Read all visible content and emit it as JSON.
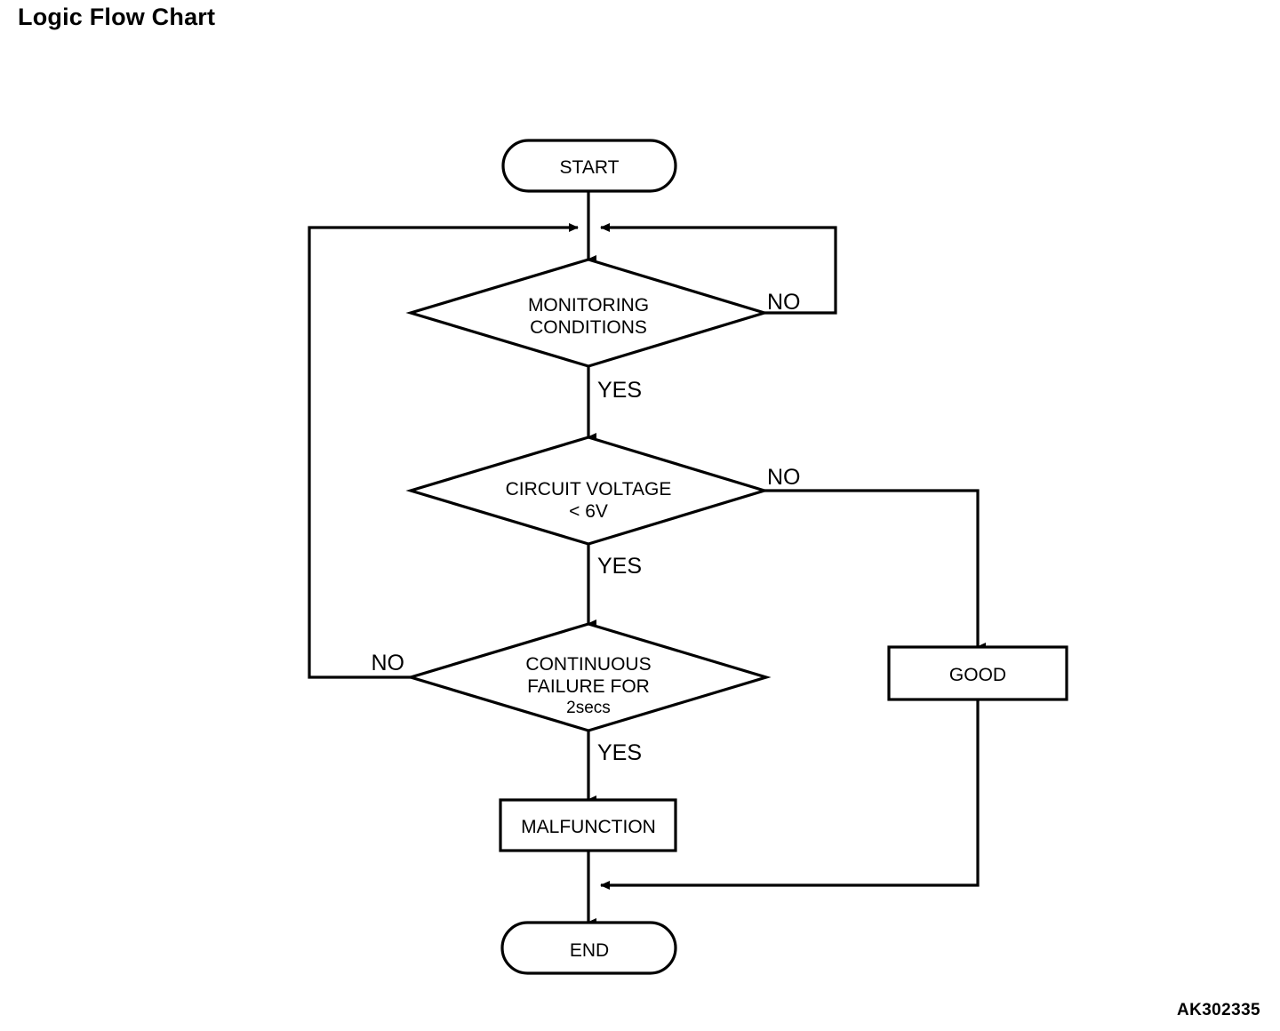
{
  "page": {
    "title": "Logic Flow Chart",
    "watermark": "AK302335",
    "background_color": "#ffffff",
    "line_color": "#000000"
  },
  "chart_data": {
    "type": "diagram",
    "diagram_kind": "flowchart",
    "title": "Logic Flow Chart",
    "nodes": [
      {
        "id": "start",
        "shape": "stadium",
        "label": "START"
      },
      {
        "id": "monitoring",
        "shape": "diamond",
        "label_line1": "MONITORING",
        "label_line2": "CONDITIONS"
      },
      {
        "id": "voltage",
        "shape": "diamond",
        "label_line1": "CIRCUIT VOLTAGE",
        "label_line2": "< 6V"
      },
      {
        "id": "failure",
        "shape": "diamond",
        "label_line1": "CONTINUOUS",
        "label_line2": "FAILURE FOR",
        "label_line3": "2secs"
      },
      {
        "id": "good",
        "shape": "rectangle",
        "label": "GOOD"
      },
      {
        "id": "malfunction",
        "shape": "rectangle",
        "label": "MALFUNCTION"
      },
      {
        "id": "end",
        "shape": "stadium",
        "label": "END"
      }
    ],
    "edges": [
      {
        "from": "start",
        "to": "monitoring",
        "label": ""
      },
      {
        "from": "monitoring",
        "to": "merge-top",
        "label": "NO"
      },
      {
        "from": "monitoring",
        "to": "voltage",
        "label": "YES"
      },
      {
        "from": "voltage",
        "to": "good",
        "label": "NO"
      },
      {
        "from": "voltage",
        "to": "failure",
        "label": "YES"
      },
      {
        "from": "failure",
        "to": "merge-top",
        "label": "NO"
      },
      {
        "from": "failure",
        "to": "malfunction",
        "label": "YES"
      },
      {
        "from": "malfunction",
        "to": "end",
        "label": ""
      },
      {
        "from": "good",
        "to": "end",
        "label": ""
      }
    ],
    "edge_labels": {
      "monitoring_no": "NO",
      "monitoring_yes": "YES",
      "voltage_no": "NO",
      "voltage_yes": "YES",
      "failure_no": "NO",
      "failure_yes": "YES"
    }
  }
}
